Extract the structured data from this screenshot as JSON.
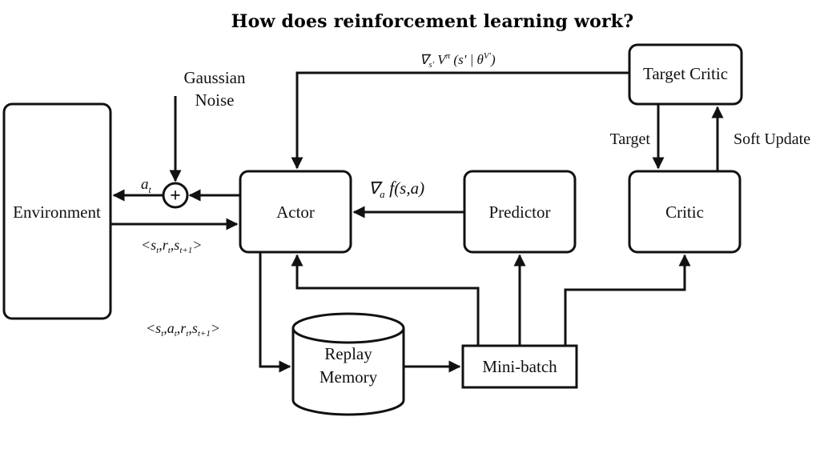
{
  "title": "How does reinforcement learning work?",
  "diagram": {
    "nodes": {
      "environment": "Environment",
      "actor": "Actor",
      "predictor": "Predictor",
      "critic": "Critic",
      "target_critic": "Target Critic",
      "replay_memory_line1": "Replay",
      "replay_memory_line2": "Memory",
      "mini_batch": "Mini-batch",
      "noise_line1": "Gaussian",
      "noise_line2": "Noise",
      "sum_symbol": "+"
    },
    "edge_labels": {
      "action": "a",
      "action_sub": "t",
      "state_transition": "<s_t, r_t, s_{t+1}>",
      "experience_tuple": "<s_t, a_t, r_t, s_{t+1}>",
      "predictor_gradient": "∇_a f(s,a)",
      "target_gradient": "∇_s' V^π (s' | θ^V')",
      "target": "Target",
      "soft_update": "Soft Update"
    }
  }
}
